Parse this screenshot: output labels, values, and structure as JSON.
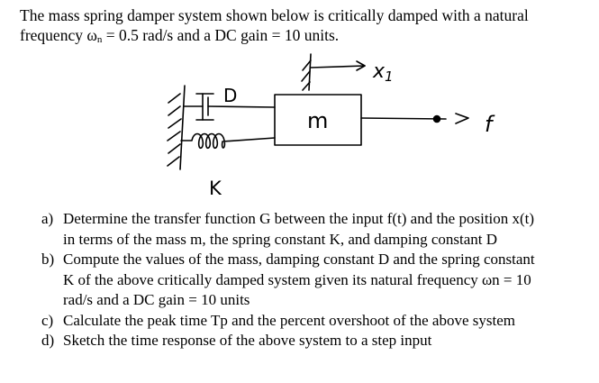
{
  "intro": {
    "line1": "The mass spring damper system shown below is critically damped with a natural",
    "line2_prefix": "frequency ω",
    "line2_sub": "n",
    "line2_suffix": " = 0.5 rad/s and a DC gain = 10 units."
  },
  "figure": {
    "mass_label": "m",
    "force_label": "f",
    "displacement_label": "x",
    "displacement_sub": "1",
    "damper_label": "D",
    "spring_label": "K"
  },
  "questions": [
    {
      "label": "a)",
      "lines": [
        "Determine the transfer function G between the input f(t) and the position x(t)",
        "in terms of the mass m, the spring constant K, and damping constant D"
      ]
    },
    {
      "label": "b)",
      "lines": [
        "Compute the values of the mass, damping constant D and the spring constant",
        "K of the above critically damped system given its natural frequency ωn = 10",
        "rad/s and a DC gain = 10 units"
      ]
    },
    {
      "label": "c)",
      "lines": [
        "Calculate the peak time Tp and the percent overshoot of the above system"
      ]
    },
    {
      "label": "d)",
      "lines": [
        "Sketch the time response of the above system to a step input"
      ]
    }
  ]
}
